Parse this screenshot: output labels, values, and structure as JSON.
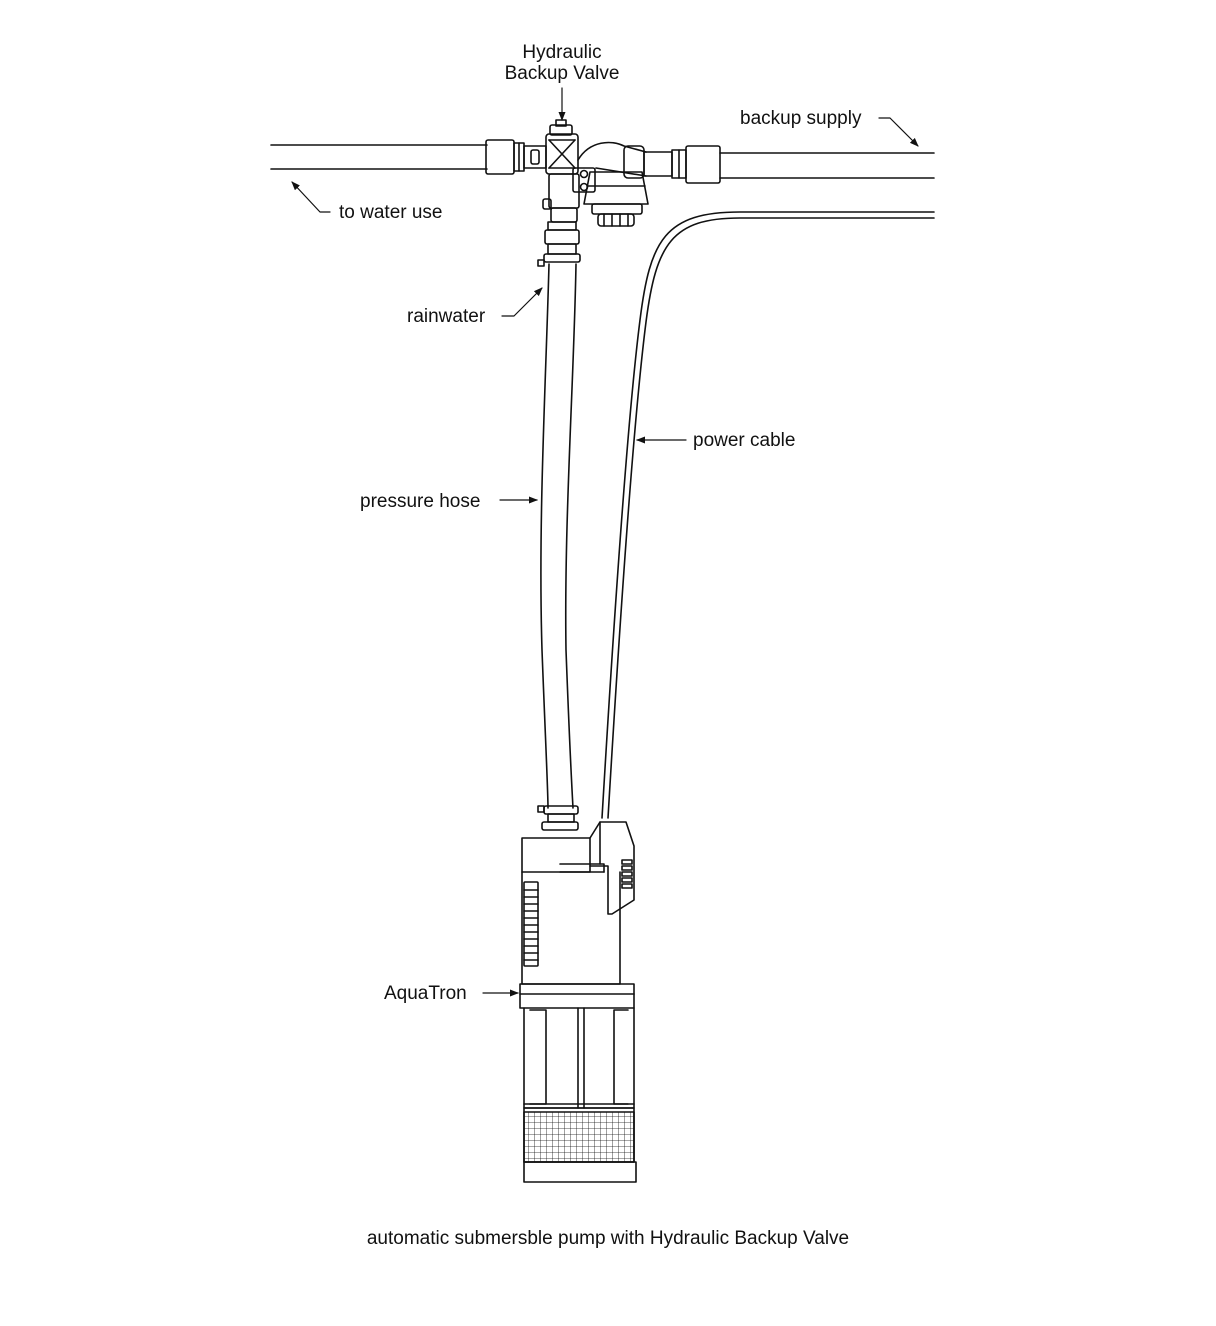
{
  "diagram": {
    "labels": {
      "valve_line1": "Hydraulic",
      "valve_line2": "Backup Valve",
      "backup_supply": "backup supply",
      "to_water_use": "to water use",
      "rainwater": "rainwater",
      "power_cable": "power cable",
      "pressure_hose": "pressure hose",
      "aquatron": "AquaTron"
    },
    "caption": "automatic submersble pump with Hydraulic Backup Valve"
  }
}
